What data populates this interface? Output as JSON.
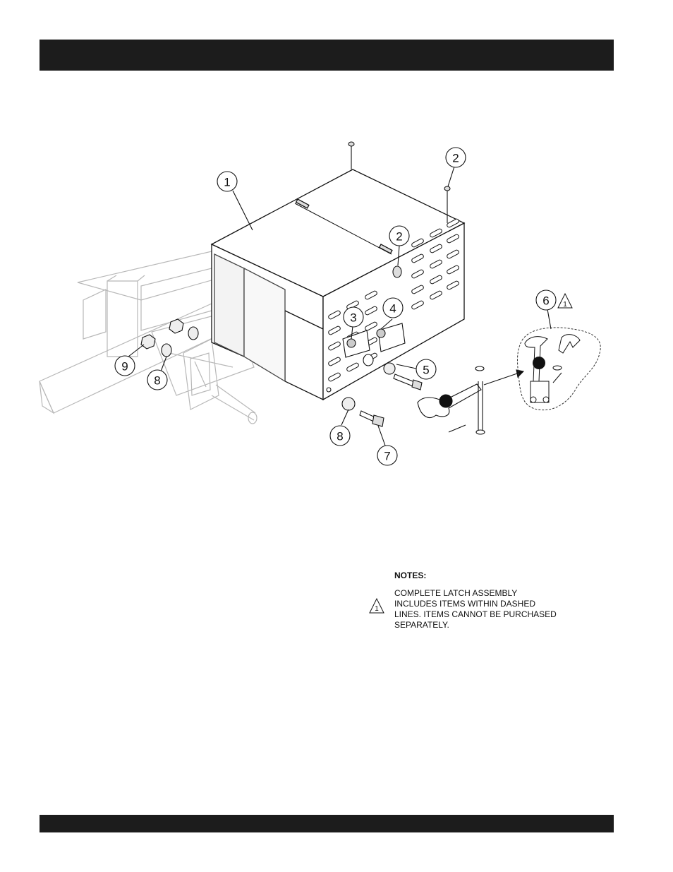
{
  "header": {
    "title": ""
  },
  "footer": {
    "text": ""
  },
  "callouts": [
    {
      "id": "c1",
      "label": "1"
    },
    {
      "id": "c2a",
      "label": "2"
    },
    {
      "id": "c2b",
      "label": "2"
    },
    {
      "id": "c3",
      "label": "3"
    },
    {
      "id": "c4",
      "label": "4"
    },
    {
      "id": "c5",
      "label": "5"
    },
    {
      "id": "c6",
      "label": "6"
    },
    {
      "id": "c7",
      "label": "7"
    },
    {
      "id": "c8a",
      "label": "8"
    },
    {
      "id": "c8b",
      "label": "8"
    },
    {
      "id": "c9",
      "label": "9"
    }
  ],
  "note_marker": "1",
  "notes": {
    "title": "NOTES:",
    "marker": "1",
    "text": "COMPLETE LATCH ASSEMBLY\nINCLUDES ITEMS WITHIN DASHED\nLINES. ITEMS CANNOT BE PURCHASED\nSEPARATELY."
  }
}
